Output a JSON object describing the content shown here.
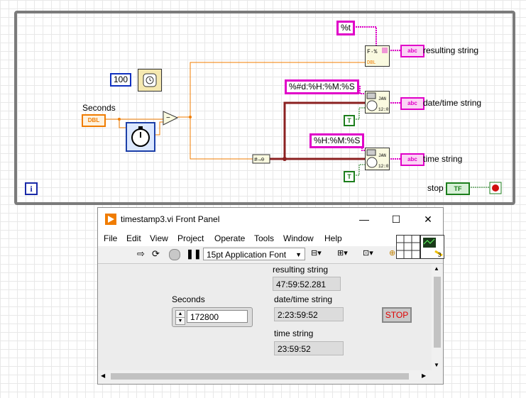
{
  "block_diagram": {
    "constants": {
      "time_format": "%t",
      "datetime_format": "%#d:%H:%M:%S",
      "hms_format": "%H:%M:%S",
      "wait_ms": "100"
    },
    "labels": {
      "seconds": "Seconds",
      "resulting_string": "resulting string",
      "date_time_string": "date/time string",
      "time_string": "time string",
      "stop": "stop"
    },
    "terminals": {
      "dbl": "DBL",
      "abc": "abc",
      "tf": "TF",
      "bool_true": "T",
      "iteration": "i"
    },
    "colors": {
      "string_wire": "#e000c8",
      "numeric_wire": "#f07c00",
      "timestamp_wire": "#8b2020",
      "boolean_wire": "#1c7e1c",
      "loop_frame": "#7b7b7b"
    }
  },
  "front_panel": {
    "window_title": "timestamp3.vi Front Panel",
    "menu": [
      "File",
      "Edit",
      "View",
      "Project",
      "Operate",
      "Tools",
      "Window",
      "Help"
    ],
    "font_select": "15pt Application Font",
    "controls": {
      "seconds_label": "Seconds",
      "seconds_value": "172800"
    },
    "indicators": {
      "resulting_string_label": "resulting string",
      "resulting_string_value": "47:59:52.281",
      "date_time_label": "date/time string",
      "date_time_value": "2:23:59:52",
      "time_string_label": "time string",
      "time_string_value": "23:59:52"
    },
    "stop_button": "STOP",
    "toolbar_icons": [
      "run-arrow-icon",
      "run-continuously-icon",
      "abort-icon",
      "pause-icon",
      "align-icon",
      "distribute-icon",
      "resize-icon",
      "reorder-icon"
    ]
  }
}
